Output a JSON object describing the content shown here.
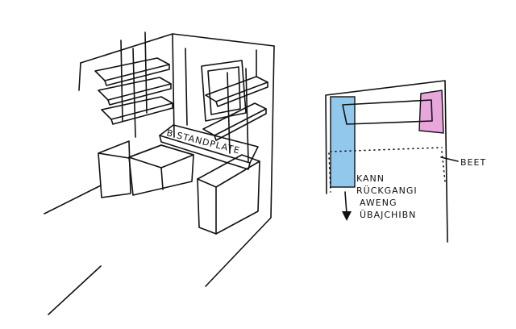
{
  "colors": {
    "shelf_green": "#c4e21a",
    "shelf_orange": "#ff7612",
    "magenta": "#d62ab8",
    "magenta_light": "#e36ad2",
    "blue": "#92c8ec",
    "pink": "#e8a6dc",
    "ink": "#111111"
  },
  "sketch": {
    "counter_label": "B STANDPLATE",
    "plan_label_beet": "BEET",
    "plan_note": [
      "KANN",
      "RÜCKGANGI",
      "AWENG",
      "ÜBAJCHIBN"
    ]
  }
}
